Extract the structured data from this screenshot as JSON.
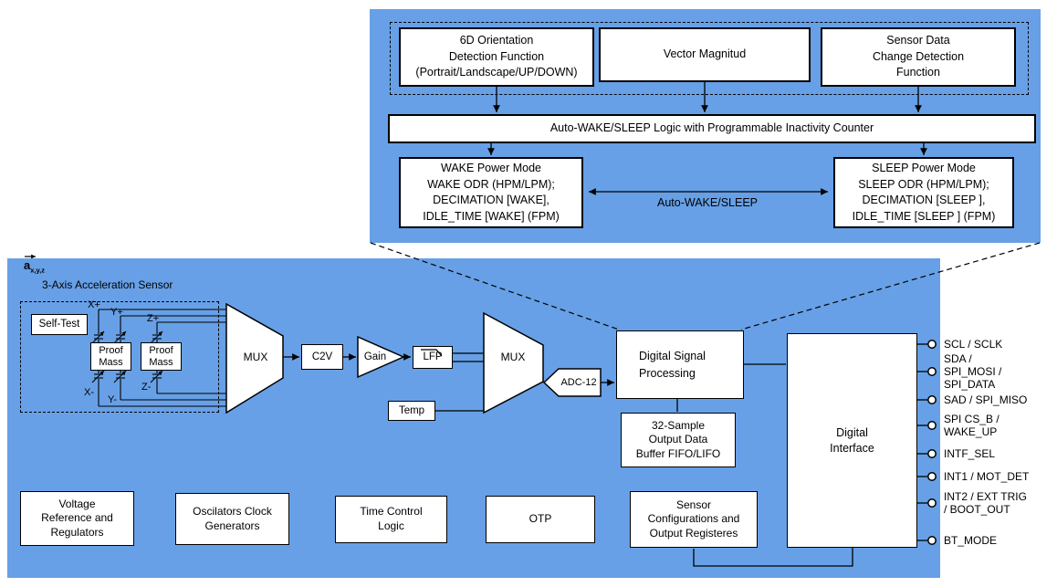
{
  "colors": {
    "page_bg": "#FFFFFF",
    "panel_blue": "#67A0E6",
    "box_fill": "#FFFFFF",
    "box_border": "#000000",
    "line": "#000000",
    "text": "#000000"
  },
  "callout": {
    "orientation_box": "6D Orientation\nDetection Function\n(Portrait/Landscape/UP/DOWN)",
    "vector_box": "Vector Magnitud",
    "change_box": "Sensor Data\nChange Detection\nFunction",
    "logic_box": "Auto-WAKE/SLEEP Logic with Programmable Inactivity Counter",
    "wake_box": "WAKE Power Mode\nWAKE ODR (HPM/LPM);\nDECIMATION [WAKE],\nIDLE_TIME [WAKE] (FPM)",
    "sleep_box": "SLEEP Power Mode\nSLEEP ODR (HPM/LPM);\nDECIMATION [SLEEP ],\nIDLE_TIME [SLEEP ] (FPM)",
    "arrow_label": "Auto-WAKE/SLEEP"
  },
  "main": {
    "vector_symbol": "a",
    "vector_subscript": "x,y,z",
    "sensor_title": "3-Axis Acceleration Sensor",
    "self_test": "Self-Test",
    "proof_mass_left": "Proof\nMass",
    "proof_mass_right": "Proof\nMass",
    "axes": {
      "x_plus": "X+",
      "y_plus": "Y+",
      "z_plus": "Z+",
      "x_minus": "X-",
      "y_minus": "Y-",
      "z_minus": "Z-"
    },
    "mux1": "MUX",
    "c2v": "C2V",
    "gain": "Gain",
    "lfp": "LFP",
    "temp": "Temp",
    "mux2": "MUX",
    "adc": "ADC-12",
    "dsp": "Digital Signal\nProcessing",
    "fifo": "32-Sample\nOutput Data\nBuffer FIFO/LIFO",
    "digital_interface": "Digital\nInterface",
    "bottom_boxes": [
      "Voltage\nReference and\nRegulators",
      "Oscilators Clock\nGenerators",
      "Time Control\nLogic",
      "OTP",
      "Sensor\nConfigurations and\nOutput Registeres"
    ],
    "pins": [
      "SCL / SCLK",
      "SDA /\nSPI_MOSI /\nSPI_DATA",
      "SAD / SPI_MISO",
      "SPI CS_B /\nWAKE_UP",
      "INTF_SEL",
      "INT1 / MOT_DET",
      "INT2 / EXT TRIG\n/ BOOT_OUT",
      "BT_MODE"
    ]
  }
}
